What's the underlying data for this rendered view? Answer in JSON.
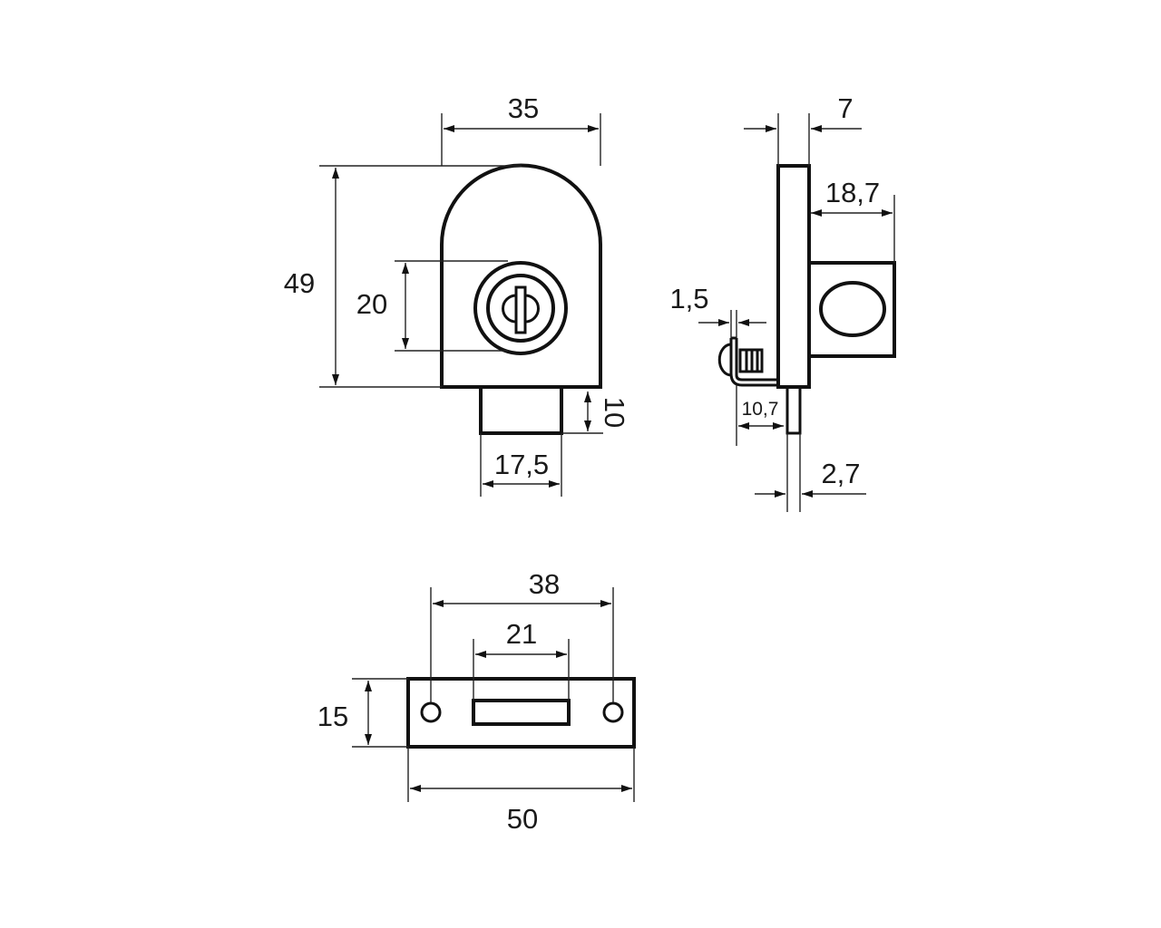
{
  "front_view": {
    "width_label": "35",
    "height_label": "49",
    "lock_diameter_label": "20",
    "cylinder_height_label": "10",
    "cylinder_width_label": "17,5"
  },
  "side_view": {
    "plate_thickness_label": "7",
    "block_depth_label": "18,7",
    "bracket_thickness_label": "1,5",
    "bracket_length_label": "10,7",
    "pin_width_label": "2,7"
  },
  "strike_plate_view": {
    "hole_spacing_label": "38",
    "slot_width_label": "21",
    "plate_height_label": "15",
    "plate_width_label": "50"
  }
}
